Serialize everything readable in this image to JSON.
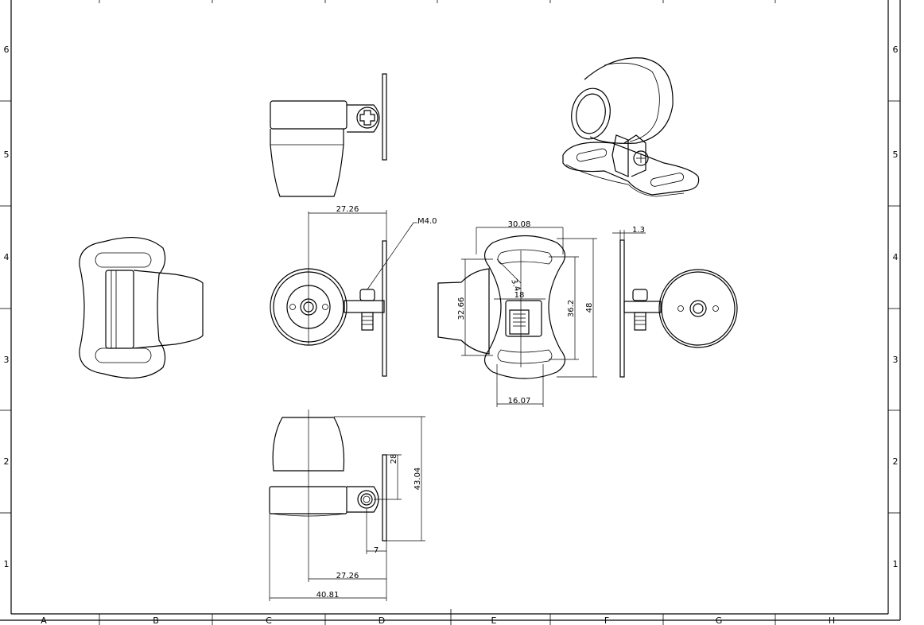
{
  "zones": {
    "columns": [
      "A",
      "B",
      "C",
      "D",
      "E",
      "F",
      "G",
      "H"
    ],
    "rows": [
      "6",
      "5",
      "4",
      "3",
      "2",
      "1"
    ]
  },
  "dimensions": {
    "top_width": "27.26",
    "thread": "M4.0",
    "plate_top": "30.08",
    "slot_angle": "3.4",
    "slot_width": "18",
    "height_left": "32.66",
    "slot_span": "36.2",
    "plate_height": "48",
    "bottom_width": "16.07",
    "thickness": "1.3",
    "mount_height": "28",
    "total_height": "43.04",
    "offset": "7",
    "bottom_offset": "27.26",
    "total_width": "40.81"
  }
}
